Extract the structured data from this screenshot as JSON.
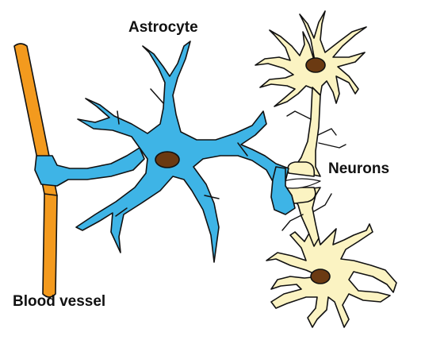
{
  "labels": {
    "astrocyte": "Astrocyte",
    "neurons": "Neurons",
    "blood_vessel": "Blood vessel"
  },
  "colors": {
    "background": "#ffffff",
    "vessel_fill": "#f39a1e",
    "astrocyte_fill": "#3eb4e6",
    "neuron_fill": "#fbf3c2",
    "nucleus_fill": "#6b3a12",
    "outline": "#111111"
  },
  "structures": [
    "blood-vessel",
    "astrocyte",
    "neuron",
    "neuron",
    "synapse"
  ]
}
